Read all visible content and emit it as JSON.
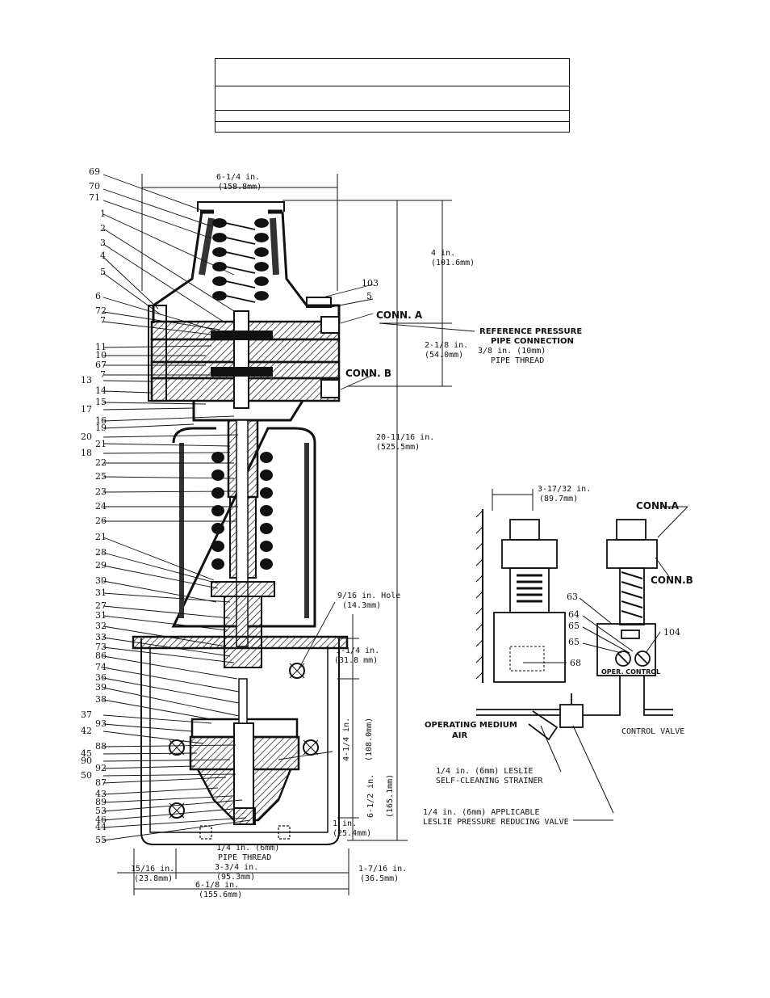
{
  "part_numbers": [
    "69",
    "70",
    "71",
    "1",
    "2",
    "3",
    "4",
    "5",
    "6",
    "72",
    "7",
    "11",
    "10",
    "67",
    "7",
    "13",
    "14",
    "15",
    "17",
    "16",
    "19",
    "20",
    "21",
    "18",
    "22",
    "25",
    "23",
    "24",
    "26",
    "21",
    "28",
    "29",
    "30",
    "31",
    "27",
    "31",
    "32",
    "33",
    "73",
    "86",
    "74",
    "36",
    "39",
    "38",
    "37",
    "93",
    "42",
    "88",
    "45",
    "90",
    "92",
    "50",
    "87",
    "43",
    "89",
    "53",
    "46",
    "44",
    "55"
  ],
  "right_part_numbers": [
    "103",
    "5"
  ],
  "detail_part_numbers": [
    "63",
    "64",
    "65",
    "65",
    "104",
    "68"
  ],
  "dimensions": {
    "top_width": "6-1/4 in.",
    "top_width_mm": "(158.8mm)",
    "spring_height": "4 in.",
    "spring_height_mm": "(101.6mm)",
    "conn_spacing": "2-1/8 in.",
    "conn_spacing_mm": "(54.0mm)",
    "overall_height": "20-11/16 in.",
    "overall_height_mm": "(525.5mm)",
    "hole": "9/16 in. Hole",
    "hole_mm": "(14.3mm)",
    "d1": "1-1/4 in.",
    "d1_mm": "(31.8 mm)",
    "d2": "4-1/4 in.",
    "d2_mm": "(108.0mm)",
    "d3": "6-1/2 in.",
    "d3_mm": "(165.1mm)",
    "d4": "1 in.",
    "d4_mm": "(25.4mm)",
    "pipe": "1/4 in. (6mm)",
    "pipe2": "PIPE THREAD",
    "left_off": "15/16 in.",
    "left_off_mm": "(23.8mm)",
    "bottom_mid": "3-3/4 in.",
    "bottom_mid_mm": "(95.3mm)",
    "right_off": "1-7/16 in.",
    "right_off_mm": "(36.5mm)",
    "bottom_width": "6-1/8 in.",
    "bottom_width_mm": "(155.6mm)",
    "detail_depth": "3-17/32 in.",
    "detail_depth_mm": "(89.7mm)"
  },
  "labels": {
    "conn_a": "CONN. A",
    "conn_b": "CONN. B",
    "ref_1": "REFERENCE PRESSURE",
    "ref_2": "PIPE CONNECTION",
    "ref_3": "3/8 in. (10mm)",
    "ref_4": "PIPE THREAD",
    "detail_conn_a": "CONN.A",
    "detail_conn_b": "CONN.B",
    "oper_control": "OPER. CONTROL",
    "operating_1": "OPERATING MEDIUM",
    "operating_2": "AIR",
    "control_valve": "CONTROL VALVE",
    "strainer_1": "1/4 in. (6mm) LESLIE",
    "strainer_2": "SELF-CLEANING STRAINER",
    "reducing_1": "1/4 in. (6mm) APPLICABLE",
    "reducing_2": "LESLIE PRESSURE REDUCING VALVE"
  }
}
